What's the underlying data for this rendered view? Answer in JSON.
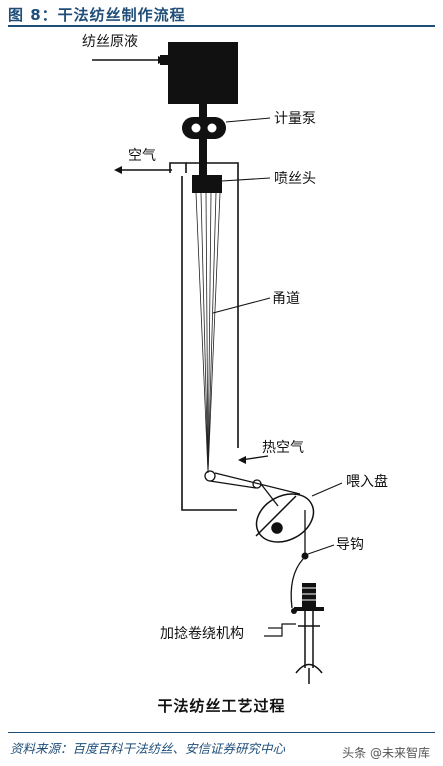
{
  "header": {
    "title": "图 8：干法纺丝制作流程"
  },
  "diagram": {
    "labels": {
      "solution": "纺丝原液",
      "pump": "计量泵",
      "air": "空气",
      "spinneret": "喷丝头",
      "channel": "甬道",
      "hot_air": "热空气",
      "feed_roll": "喂入盘",
      "guide": "导钩",
      "twister": "加捻卷绕机构"
    },
    "caption": "干法纺丝工艺过程"
  },
  "footer": {
    "source": "资料来源：百度百科干法纺丝、安信证券研究中心",
    "watermark": "头条 @未来智库"
  }
}
